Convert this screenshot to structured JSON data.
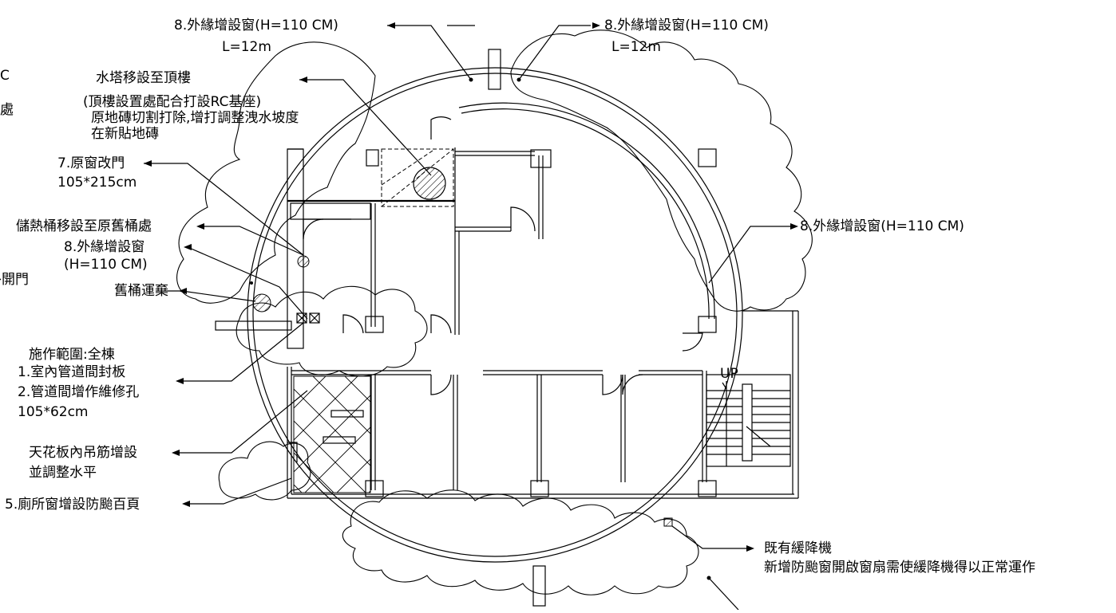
{
  "notes": {
    "n1_line1": "8.外緣增設窗(H=110  CM)",
    "n2_line1": "8.外緣增設窗(H=110  CM)",
    "n2_line2": "L=12m",
    "n1_line2": "L=12m",
    "edge_c": "C",
    "edge_chu": "處",
    "edge_kaimen": "外開門",
    "water_line1": "水塔移設至頂樓",
    "water_line2": "(頂樓設置處配合打設RC基座)",
    "water_line3": "原地磚切割打除,增打調整洩水坡度",
    "water_line4": "在新貼地磚",
    "n7_line1": "7.原窗改門",
    "n7_line2": "105*215cm",
    "tank": "儲熱桶移設至原舊桶處",
    "n8l_line1": "8.外緣增設窗",
    "n8l_line2": "(H=110  CM)",
    "oldtank": "舊桶運棄",
    "n8r": "8.外緣增設窗(H=110  CM)",
    "scope_line1": "施作範圍:全棟",
    "scope_line2": "1.室內管道間封板",
    "scope_line3": "2.管道間增作維修孔",
    "scope_line4": "105*62cm",
    "ceil_line1": "天花板內吊筋增設",
    "ceil_line2": "並調整水平",
    "toilet": "5.廁所窗增設防颱百頁",
    "desc_line1": "既有緩降機",
    "desc_line2": "新增防颱窗開啟窗扇需使緩降機得以正常運作",
    "stair_up": "UP"
  }
}
